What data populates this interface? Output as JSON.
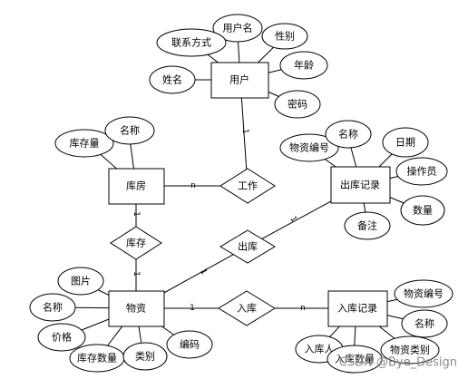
{
  "entities": {
    "user": "用户",
    "warehouse": "库房",
    "material": "物资",
    "outbound_record": "出库记录",
    "inbound_record": "入库记录"
  },
  "relationships": {
    "work": "工作",
    "stock": "库存",
    "outbound": "出库",
    "inbound": "入库"
  },
  "attributes": {
    "user": [
      "用户名",
      "性别",
      "联系方式",
      "姓名",
      "年龄",
      "密码"
    ],
    "warehouse": [
      "库存量",
      "名称"
    ],
    "outbound_record": [
      "物资编号",
      "名称",
      "日期",
      "操作员",
      "数量",
      "备注"
    ],
    "material": [
      "图片",
      "名称",
      "价格",
      "库存数量",
      "类别",
      "编码"
    ],
    "inbound_record": [
      "物资编号",
      "名称",
      "入库人",
      "入库数量",
      "物资类别"
    ]
  },
  "cardinality": {
    "user_work": "1",
    "warehouse_work": "n",
    "warehouse_stock": "1",
    "material_stock": "1",
    "outbound_material": "1",
    "outbound_record": "1",
    "material_inbound": "1",
    "inbound_record": "n"
  },
  "watermark": "CSDN @Bye_Design"
}
